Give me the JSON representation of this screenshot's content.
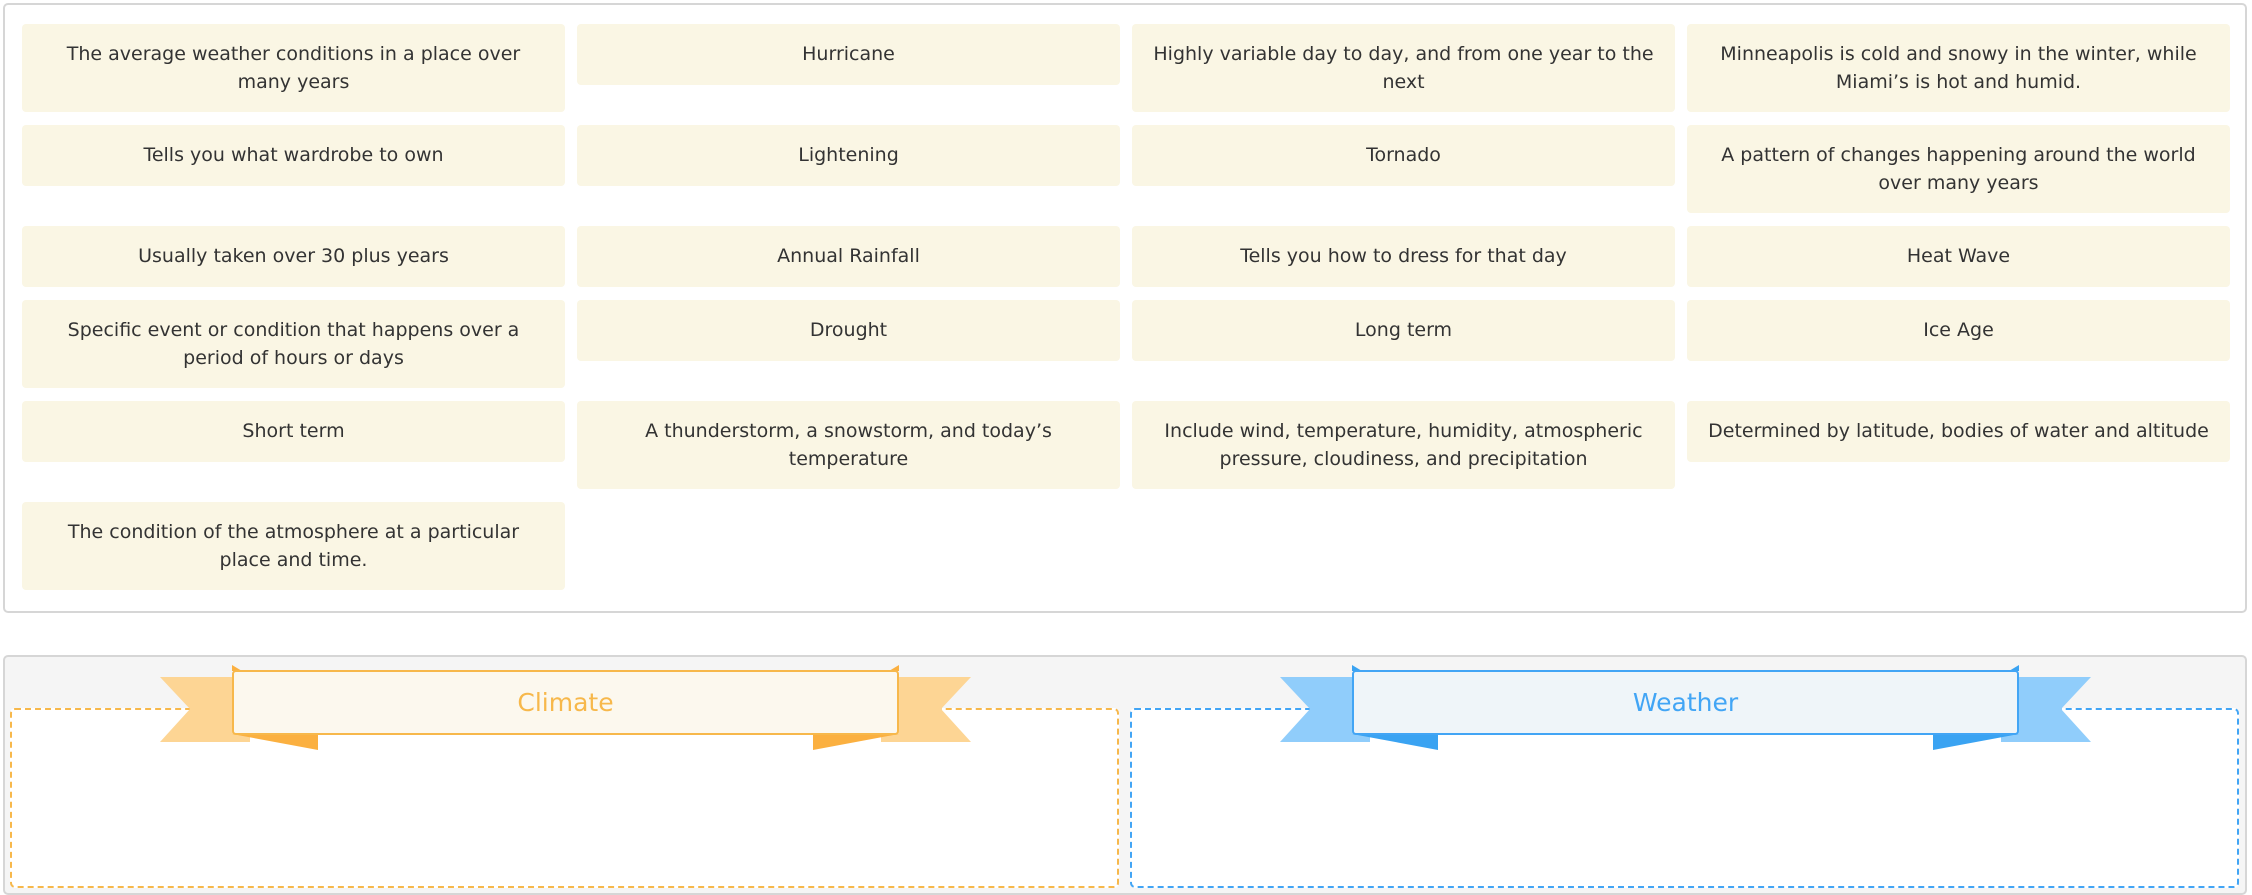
{
  "cards": [
    "The average weather conditions in a place over many years",
    "Hurricane",
    "Highly variable day to day, and from one year to the next",
    "Minneapolis is cold and snowy in the winter, while Miami’s is hot and humid.",
    "Tells you what wardrobe to own",
    "Lightening",
    "Tornado",
    "A pattern of changes happening around the world over many years",
    "Usually taken over 30 plus years",
    "Annual Rainfall",
    "Tells you how to dress for that day",
    "Heat Wave",
    "Specific event or condition that happens over a period of hours or days",
    "Drought",
    "Long term",
    "Ice Age",
    "Short term",
    "A thunderstorm, a snowstorm, and today’s temperature",
    "Include wind, temperature, humidity, atmospheric pressure, cloudiness, and precipitation",
    "Determined by latitude, bodies of water and  altitude",
    "The condition of the atmosphere at a particular place and time."
  ],
  "categories": [
    {
      "label": "Climate",
      "color": "#f7b84b",
      "fill": "#fcf8ee",
      "tail": "#fdd594",
      "fold": "#fbb040"
    },
    {
      "label": "Weather",
      "color": "#42a5f5",
      "fill": "#eff5f9",
      "tail": "#90cdfb",
      "fold": "#3aa3f2"
    }
  ]
}
